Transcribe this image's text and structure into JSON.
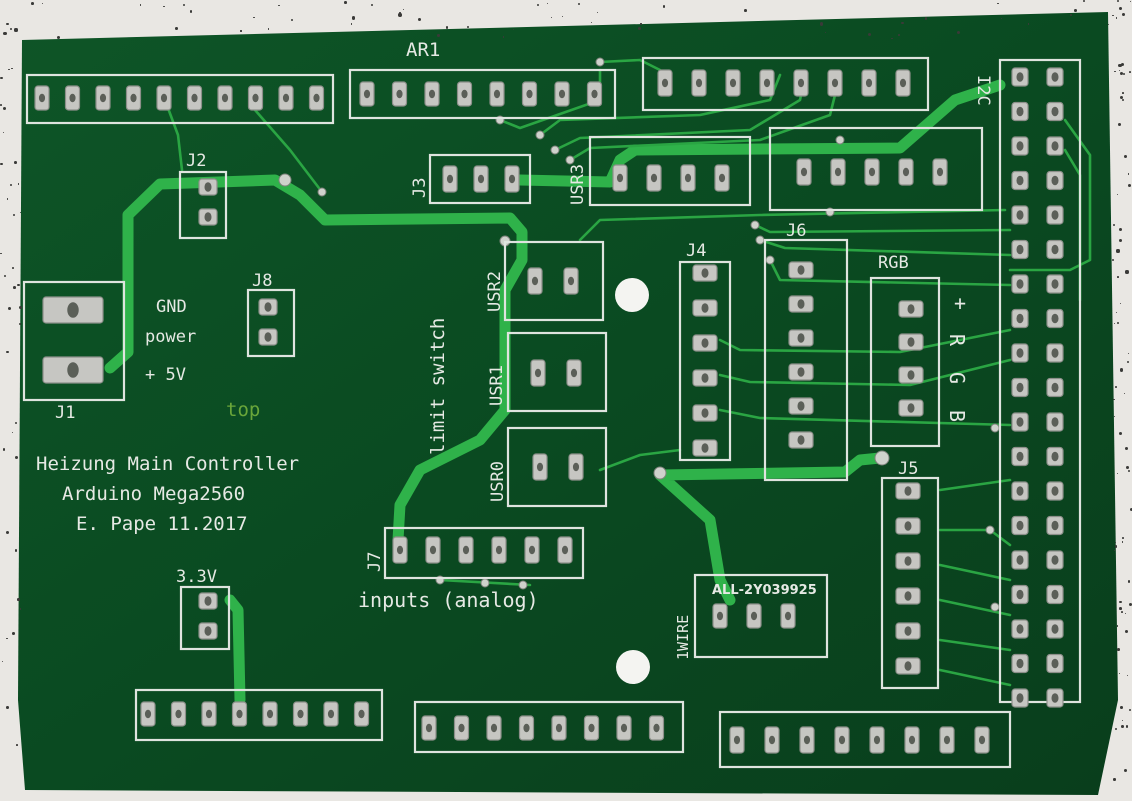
{
  "board": {
    "header_label": "AR1",
    "designators": {
      "j1": "J1",
      "j2": "J2",
      "j3": "J3",
      "j4": "J4",
      "j5": "J5",
      "j6": "J6",
      "j7": "J7",
      "j8": "J8"
    },
    "power_labels": {
      "gnd": "GND",
      "power": "power",
      "plus5v": "+ 5V"
    },
    "layer_label": "top",
    "title_lines": [
      "Heizung Main Controller",
      "Arduino Mega2560",
      "E. Pape 11.2017"
    ],
    "limit_switch": "limit switch",
    "usr_labels": [
      "USR0",
      "USR1",
      "USR2",
      "USR3"
    ],
    "i2c_label": "I2C",
    "rgb_label": "RGB",
    "rgb_pins": [
      "+",
      "R",
      "G",
      "B"
    ],
    "inputs_label": "inputs (analog)",
    "onewire_label": "1WIRE",
    "sensor_part": "ALL-2Y039925",
    "v33_label": "3.3V"
  },
  "colors": {
    "board_green": "#0b4a22",
    "trace_green": "#2fb24a",
    "silkscreen": "#e6e9e4",
    "pad_tin": "#c6c6c2",
    "top_label": "#6aa63a"
  }
}
